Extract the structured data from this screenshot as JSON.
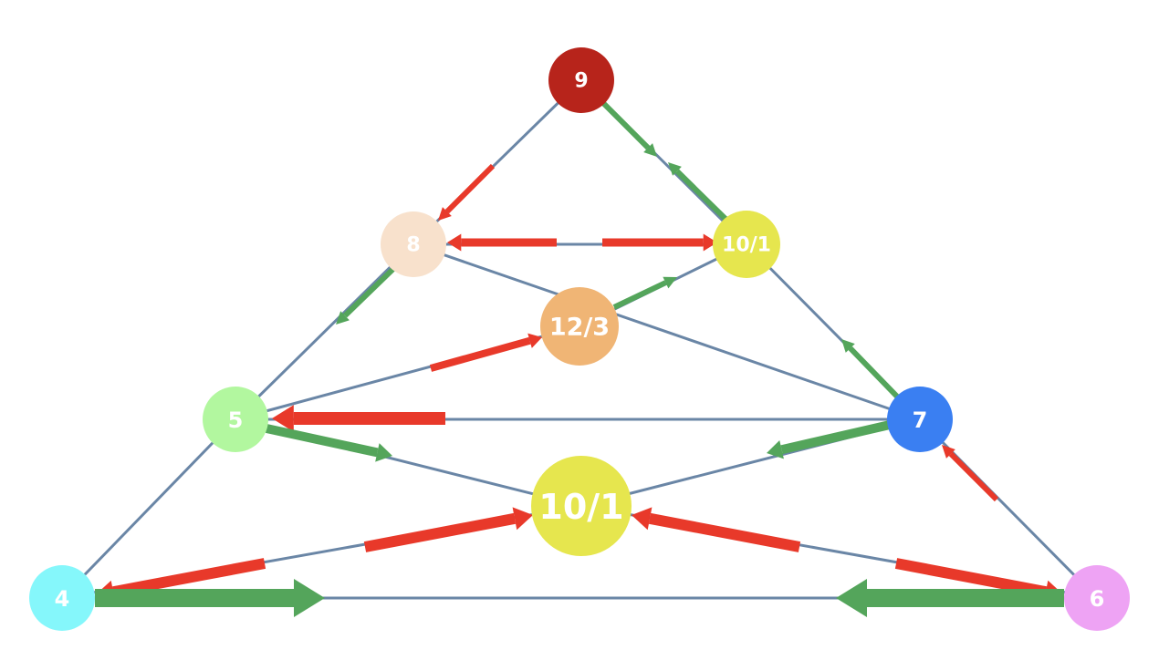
{
  "colors": {
    "edge": "#6a86a6",
    "flow_forward": "#e8392a",
    "flow_return": "#54a55b"
  },
  "nodes": [
    {
      "id": "n9",
      "label": "9",
      "color": "#b7241b"
    },
    {
      "id": "n8",
      "label": "8",
      "color": "#f8e1cc"
    },
    {
      "id": "n10a",
      "label": "10/1",
      "color": "#e6e64e"
    },
    {
      "id": "n12",
      "label": "12/3",
      "color": "#f0b575"
    },
    {
      "id": "n5",
      "label": "5",
      "color": "#b2f79f"
    },
    {
      "id": "n7",
      "label": "7",
      "color": "#3a7ff2"
    },
    {
      "id": "n10b",
      "label": "10/1",
      "color": "#e6e64e"
    },
    {
      "id": "n4",
      "label": "4",
      "color": "#85f7fb"
    },
    {
      "id": "n6",
      "label": "6",
      "color": "#eea3f4"
    }
  ],
  "edges": [
    [
      "n9",
      "n8"
    ],
    [
      "n9",
      "n10a"
    ],
    [
      "n8",
      "n10a"
    ],
    [
      "n8",
      "n5"
    ],
    [
      "n8",
      "n7"
    ],
    [
      "n10a",
      "n12"
    ],
    [
      "n10a",
      "n7"
    ],
    [
      "n12",
      "n5"
    ],
    [
      "n5",
      "n7"
    ],
    [
      "n5",
      "n10b"
    ],
    [
      "n5",
      "n4"
    ],
    [
      "n7",
      "n10b"
    ],
    [
      "n7",
      "n6"
    ],
    [
      "n10b",
      "n4"
    ],
    [
      "n10b",
      "n6"
    ],
    [
      "n4",
      "n6"
    ]
  ]
}
